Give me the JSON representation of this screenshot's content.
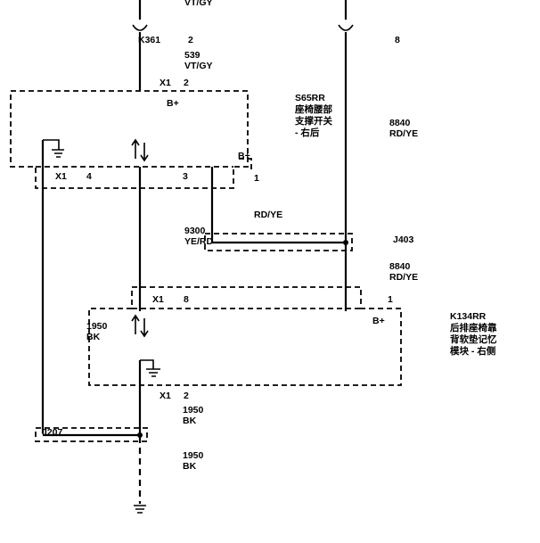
{
  "top_wire": {
    "code": "VT/GY"
  },
  "top_connector": {
    "id": "K361",
    "pin": "2",
    "right_pin": "8"
  },
  "wire_539": {
    "code": "539",
    "color": "VT/GY"
  },
  "switch": {
    "connector": "X1",
    "pin_top": "2",
    "b_plus_1": "B+",
    "b_plus_2": "B+",
    "bottom_connector": "X1",
    "pin_4": "4",
    "pin_3": "3",
    "id": "S65RR",
    "desc_1": "座椅腰部",
    "desc_2": "支撑开关",
    "desc_3": "- 右后",
    "partial_1": "1",
    "partial_2": "RD/YE"
  },
  "wire_8840_a": {
    "code": "8840",
    "color": "RD/YE"
  },
  "wire_9300": {
    "code": "9300",
    "color": "YE/RD"
  },
  "splice_j403": {
    "id": "J403"
  },
  "wire_8840_b": {
    "code": "8840",
    "color": "RD/YE"
  },
  "module": {
    "connector": "X1",
    "pin_8": "8",
    "pin_1": "1",
    "b_plus": "B+",
    "id": "K134RR",
    "desc_1": "后排座椅靠",
    "desc_2": "背软垫记忆",
    "desc_3": "模块 - 右侧"
  },
  "wire_1950_a": {
    "code": "1950",
    "color": "BK"
  },
  "ground_connector": {
    "connector": "X1",
    "pin": "2"
  },
  "wire_1950_b": {
    "code": "1950",
    "color": "BK"
  },
  "splice_j207": {
    "id": "J207"
  },
  "wire_1950_c": {
    "code": "1950",
    "color": "BK"
  }
}
